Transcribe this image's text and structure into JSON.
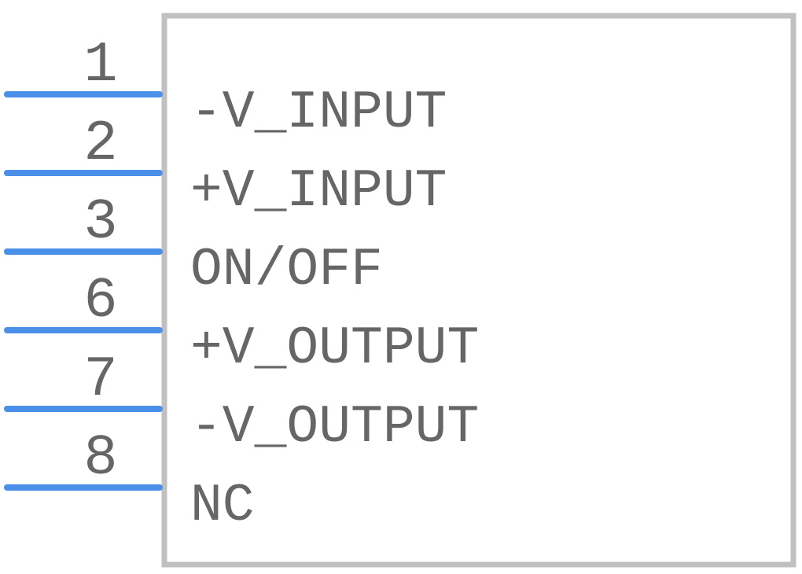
{
  "colors": {
    "pin": "#4a8fe8",
    "body_outline": "#c0c0c0",
    "text": "#666666",
    "background": "#ffffff"
  },
  "pins": [
    {
      "number": "1",
      "label": "-V_INPUT"
    },
    {
      "number": "2",
      "label": "+V_INPUT"
    },
    {
      "number": "3",
      "label": "ON/OFF"
    },
    {
      "number": "6",
      "label": "+V_OUTPUT"
    },
    {
      "number": "7",
      "label": "-V_OUTPUT"
    },
    {
      "number": "8",
      "label": "NC"
    }
  ]
}
